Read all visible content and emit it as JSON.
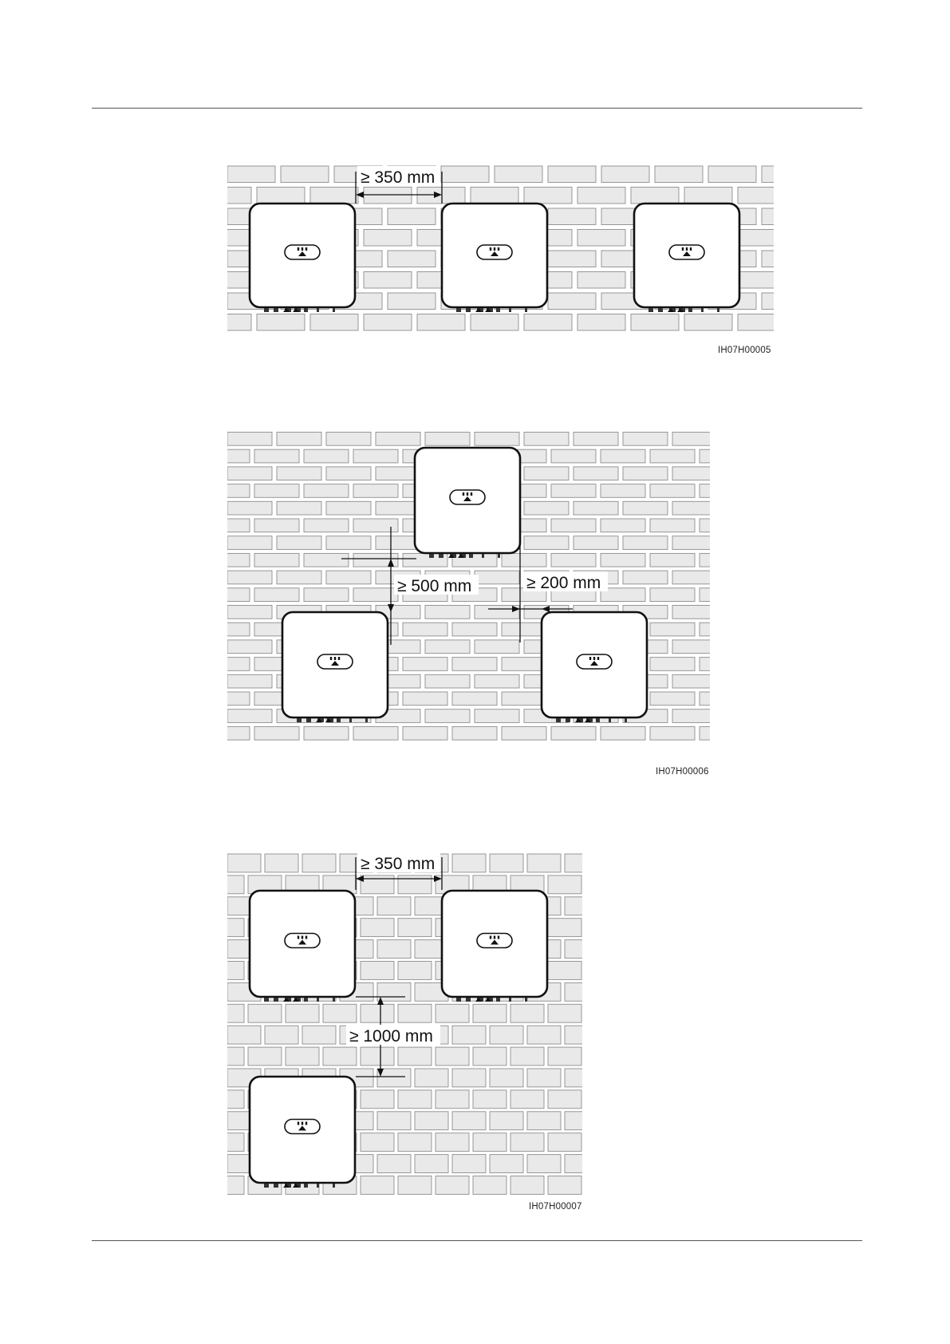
{
  "figures": [
    {
      "id_label": "IH07H00005",
      "dimensions": [
        "≥ 350 mm"
      ]
    },
    {
      "id_label": "IH07H00006",
      "dimensions": [
        "≥ 500 mm",
        "≥ 200 mm"
      ]
    },
    {
      "id_label": "IH07H00007",
      "dimensions": [
        "≥ 350 mm",
        "≥ 1000 mm"
      ]
    }
  ],
  "colors": {
    "brick_fill": "#e9e9e9",
    "brick_stroke": "#8d8d8d",
    "device_stroke": "#111111",
    "rule": "#555555"
  },
  "icons": [
    "inverter-unit",
    "led-indicator-panel",
    "brick-wall",
    "dimension-arrow"
  ]
}
